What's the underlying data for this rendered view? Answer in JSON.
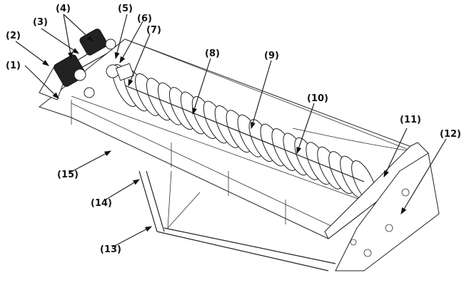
{
  "diagram": {
    "type": "exploded-part-callout",
    "subject": "spiral sand washer / screw classifier",
    "labels": [
      "(1)",
      "(2)",
      "(3)",
      "(4)",
      "(5)",
      "(6)",
      "(7)",
      "(8)",
      "(9)",
      "(10)",
      "(11)",
      "(12)",
      "(13)",
      "(14)",
      "(15)"
    ],
    "colors": {
      "line": "#222222",
      "background": "#ffffff",
      "motor": "#222222"
    }
  }
}
